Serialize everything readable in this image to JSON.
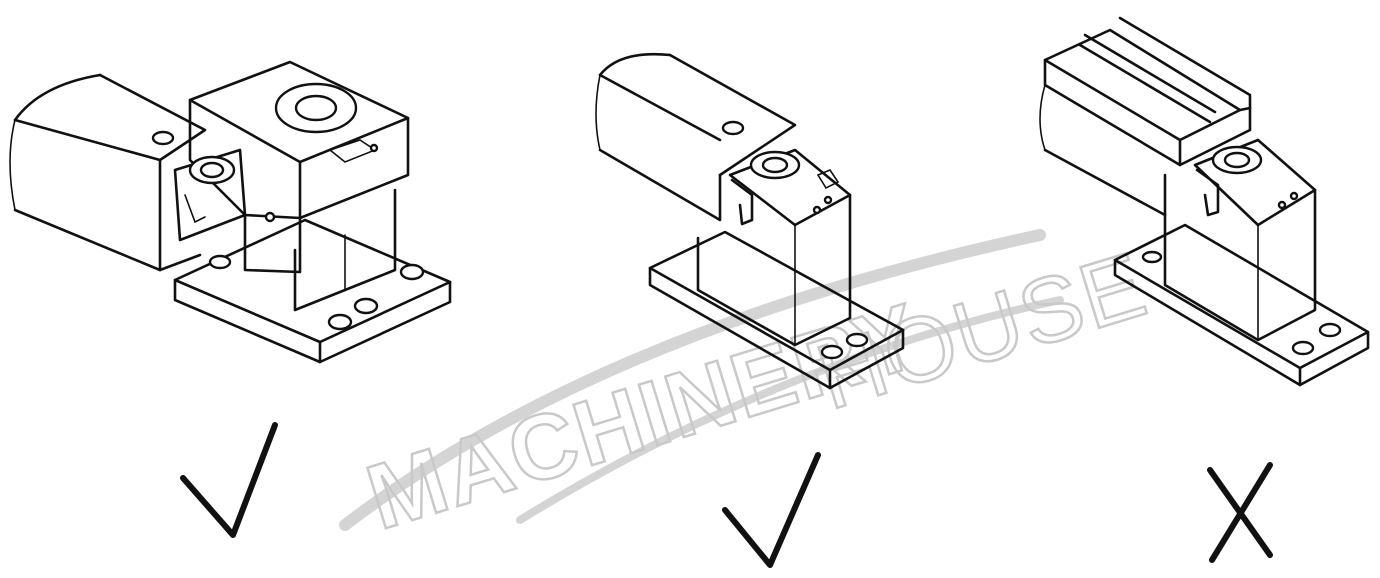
{
  "watermark": {
    "text_bold": "MACHINERY",
    "text_outline": "HOUSE"
  },
  "panels": [
    {
      "id": "left",
      "verdict": "correct",
      "mark_icon": "check-mark-icon"
    },
    {
      "id": "center",
      "verdict": "correct",
      "mark_icon": "check-mark-icon"
    },
    {
      "id": "right",
      "verdict": "incorrect",
      "mark_icon": "cross-mark-icon"
    }
  ],
  "colors": {
    "ink": "#111111",
    "watermark": "#c9c9c9",
    "background": "#ffffff"
  }
}
